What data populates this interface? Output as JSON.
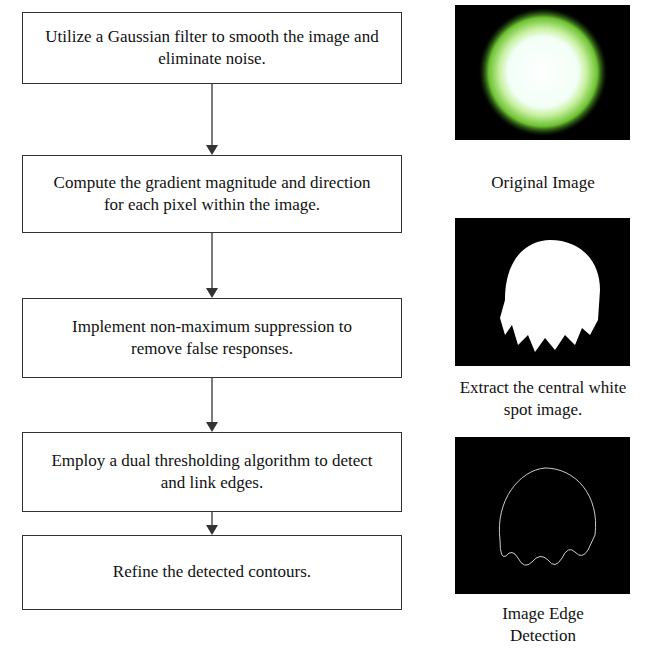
{
  "diagram": {
    "nodes": [
      {
        "text": [
          "Utilize a Gaussian filter to smooth the image and eliminate noise."
        ]
      },
      {
        "text": [
          "Compute the gradient magnitude and direction for each pixel within the image."
        ]
      },
      {
        "text": [
          "Implement non-maximum suppression to remove false responses."
        ]
      },
      {
        "text": [
          "Employ a dual thresholding algorithm to detect and link edges."
        ]
      },
      {
        "text": [
          "Refine the detected contours."
        ]
      }
    ],
    "edges": [
      {
        "from": 0,
        "to": 1,
        "arrow": "to"
      },
      {
        "from": 1,
        "to": 2,
        "arrow": "to"
      },
      {
        "from": 2,
        "to": 3,
        "arrow": "to"
      },
      {
        "from": 3,
        "to": 4,
        "arrow": "to"
      }
    ],
    "labels": [
      "Original Image",
      "Extract the central white spot image.",
      "Image Edge Detection"
    ]
  }
}
